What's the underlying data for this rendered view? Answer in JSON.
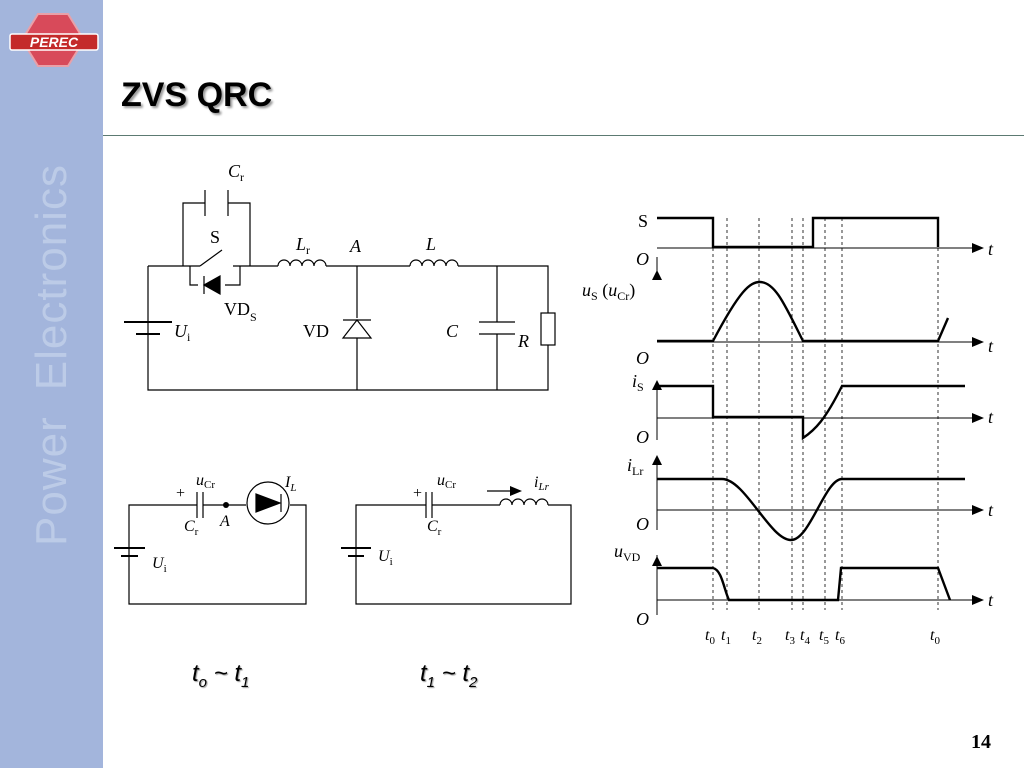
{
  "sidebar": {
    "logo_text": "PEREC",
    "vertical_text_1": "Power",
    "vertical_text_2": "Electronics"
  },
  "slide": {
    "title": "ZVS QRC",
    "page_number": "14"
  },
  "main_circuit": {
    "labels": {
      "Cr_main": "C",
      "Cr_sub": "r",
      "S": "S",
      "Lr_main": "L",
      "Lr_sub": "r",
      "A": "A",
      "L": "L",
      "VDS_main": "VD",
      "VDS_sub": "S",
      "VD": "VD",
      "C": "C",
      "R": "R",
      "Ui_main": "U",
      "Ui_sub": "i"
    }
  },
  "sub_circuit_1": {
    "caption": {
      "t_a": "t",
      "t_a_sub": "o",
      "sep": "~",
      "t_b": "t",
      "t_b_sub": "1"
    },
    "labels": {
      "plus": "+",
      "uCr_main": "u",
      "uCr_sub": "Cr",
      "IL_main": "I",
      "IL_sub": "L",
      "Cr_main": "C",
      "Cr_sub": "r",
      "A": "A",
      "Ui_main": "U",
      "Ui_sub": "i"
    }
  },
  "sub_circuit_2": {
    "caption": {
      "t_a": "t",
      "t_a_sub": "1",
      "sep": "~",
      "t_b": "t",
      "t_b_sub": "2"
    },
    "labels": {
      "plus": "+",
      "uCr_main": "u",
      "uCr_sub": "Cr",
      "iLr_main": "i",
      "iLr_sub": "Lr",
      "Cr_main": "C",
      "Cr_sub": "r",
      "Ui_main": "U",
      "Ui_sub": "i"
    }
  },
  "waveforms": {
    "axis_t": "t",
    "origin": "O",
    "S_label": "S",
    "uS_label": {
      "u1": "u",
      "s1": "S",
      "open": " (",
      "u2": "u",
      "s2": "Cr",
      "close": ")"
    },
    "iS_label": {
      "main": "i",
      "sub": "S"
    },
    "iLr_label": {
      "main": "i",
      "sub": "Lr"
    },
    "uVD_label": {
      "main": "u",
      "sub": "VD"
    },
    "time_marks": [
      {
        "main": "t",
        "sub": "0"
      },
      {
        "main": "t",
        "sub": "1"
      },
      {
        "main": "t",
        "sub": "2"
      },
      {
        "main": "t",
        "sub": "3"
      },
      {
        "main": "t",
        "sub": "4"
      },
      {
        "main": "t",
        "sub": "5"
      },
      {
        "main": "t",
        "sub": "6"
      },
      {
        "main": "t",
        "sub": "0"
      }
    ]
  }
}
